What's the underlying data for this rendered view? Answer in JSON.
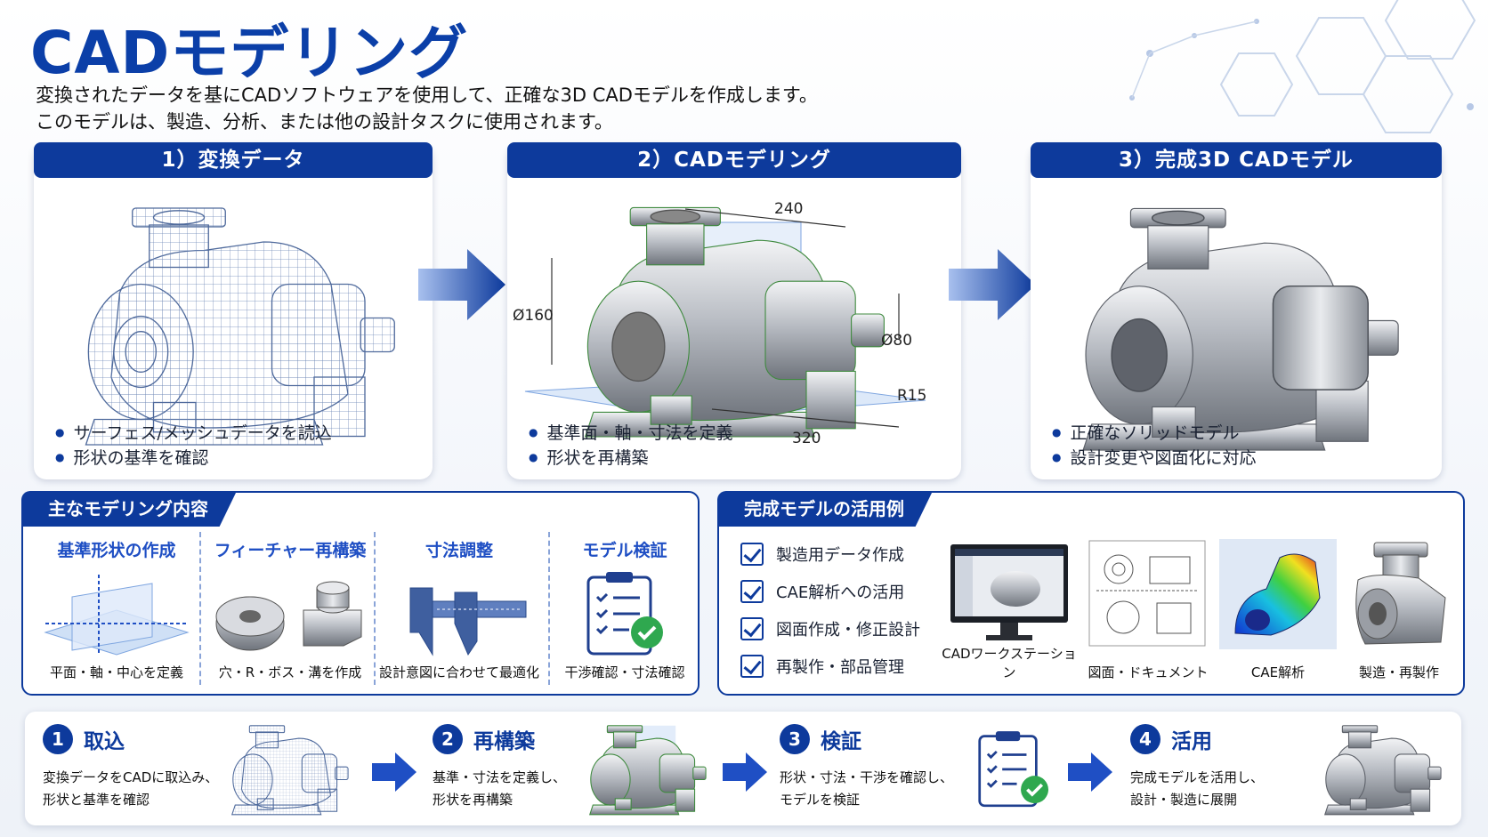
{
  "header": {
    "title": "CADモデリング",
    "subtitle_line1": "変換されたデータを基にCADソフトウェアを使用して、正確な3D CADモデルを作成します。",
    "subtitle_line2": "このモデルは、製造、分析、または他の設計タスクに使用されます。"
  },
  "stages": [
    {
      "title": "1）変換データ",
      "bullets": [
        "サーフェス/メッシュデータを読込",
        "形状の基準を確認"
      ]
    },
    {
      "title": "2）CADモデリング",
      "bullets": [
        "基準面・軸・寸法を定義",
        "形状を再構築"
      ],
      "dims": {
        "d1": "240",
        "d2": "Ø160",
        "d3": "Ø80",
        "d4": "R15",
        "d5": "320"
      }
    },
    {
      "title": "3）完成3D CADモデル",
      "bullets": [
        "正確なソリッドモデル",
        "設計変更や図面化に対応"
      ]
    }
  ],
  "modeling": {
    "tab": "主なモデリング内容",
    "columns": [
      {
        "title": "基準形状の作成",
        "caption": "平面・軸・中心を定義"
      },
      {
        "title": "フィーチャー再構築",
        "caption": "穴・R・ボス・溝を作成"
      },
      {
        "title": "寸法調整",
        "caption": "設計意図に合わせて最適化"
      },
      {
        "title": "モデル検証",
        "caption": "干渉確認・寸法確認"
      }
    ]
  },
  "usage": {
    "tab": "完成モデルの活用例",
    "checks": [
      "製造用データ作成",
      "CAE解析への活用",
      "図面作成・修正設計",
      "再製作・部品管理"
    ],
    "items": [
      "CADワークステーション",
      "図面・ドキュメント",
      "CAE解析",
      "製造・再製作"
    ]
  },
  "steps": [
    {
      "num": "1",
      "title": "取込",
      "line1": "変換データをCADに取込み、",
      "line2": "形状と基準を確認"
    },
    {
      "num": "2",
      "title": "再構築",
      "line1": "基準・寸法を定義し、",
      "line2": "形状を再構築"
    },
    {
      "num": "3",
      "title": "検証",
      "line1": "形状・寸法・干渉を確認し、",
      "line2": "モデルを検証"
    },
    {
      "num": "4",
      "title": "活用",
      "line1": "完成モデルを活用し、",
      "line2": "設計・製造に展開"
    }
  ],
  "colors": {
    "brand": "#0d3a9c",
    "accent": "#1f4fc4",
    "check_green": "#2fa84f"
  }
}
